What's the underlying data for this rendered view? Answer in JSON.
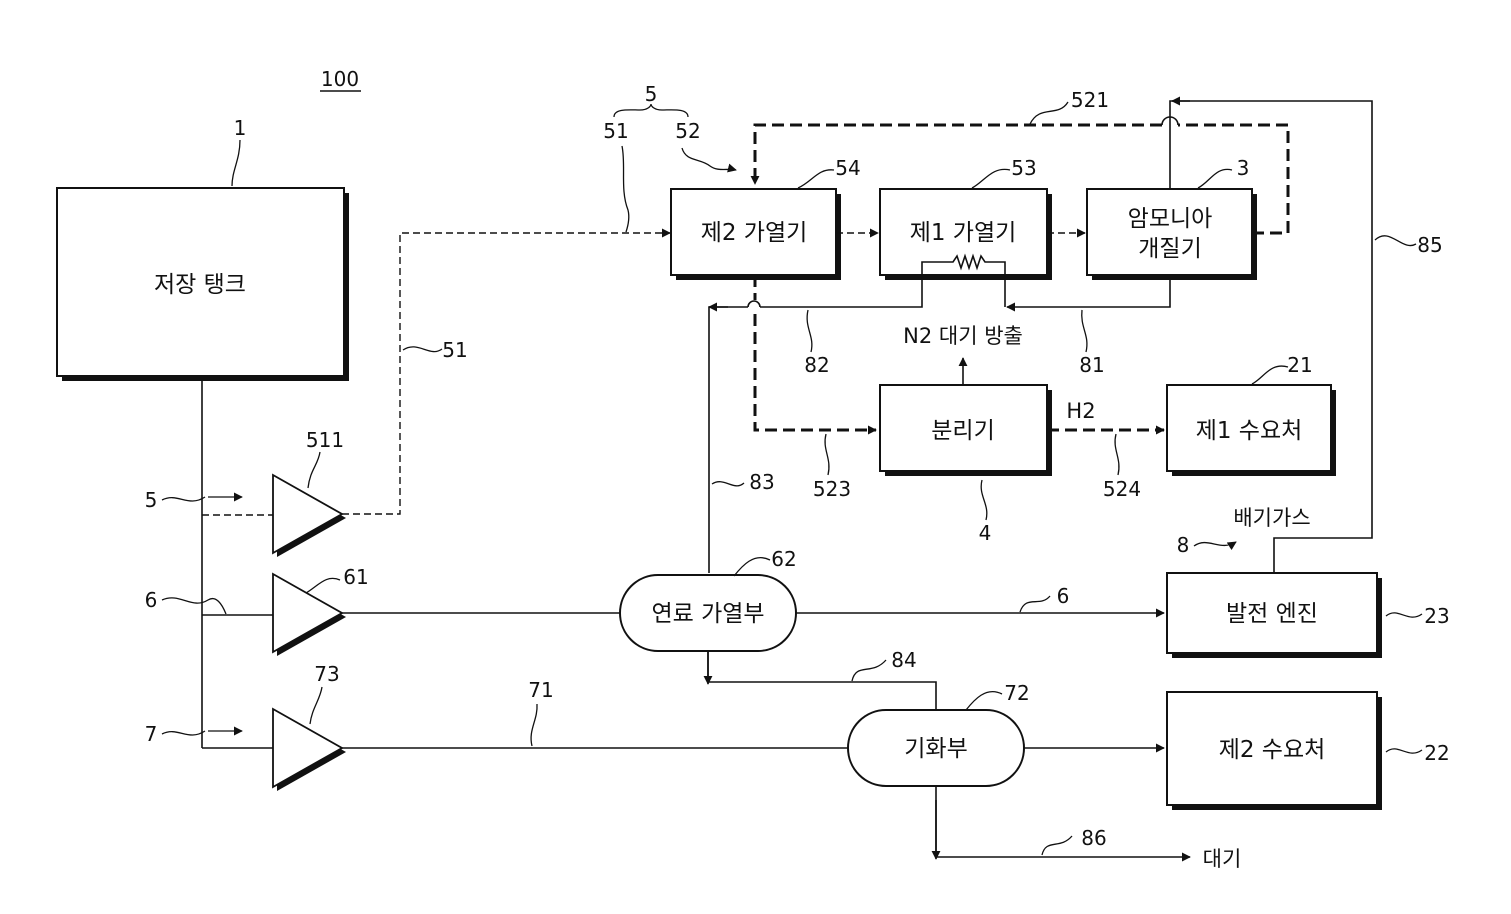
{
  "figure_label": "100",
  "components": {
    "storage_tank": {
      "label": "저장 탱크",
      "ref": "1"
    },
    "heater2": {
      "label": "제2 가열기",
      "ref": "54"
    },
    "heater1": {
      "label": "제1 가열기",
      "ref": "53"
    },
    "reformer": {
      "label_line1": "암모니아",
      "label_line2": "개질기",
      "ref": "3"
    },
    "separator": {
      "label": "분리기",
      "ref": "4"
    },
    "consumer1": {
      "label": "제1 수요처",
      "ref": "21"
    },
    "engine": {
      "label": "발전 엔진",
      "ref": "23"
    },
    "fuel_heater": {
      "label": "연료 가열부",
      "ref": "62"
    },
    "vaporizer": {
      "label": "기화부",
      "ref": "72"
    },
    "consumer2": {
      "label": "제2 수요처",
      "ref": "22"
    },
    "pump511": {
      "ref": "511"
    },
    "pump61": {
      "ref": "61"
    },
    "pump73": {
      "ref": "73"
    }
  },
  "annotations": {
    "n2_vent": "N2 대기 방출",
    "h2": "H2",
    "exhaust": "배기가스",
    "atmosphere": "대기"
  },
  "refs": {
    "line5_group": "5",
    "line51_top": "51",
    "line52_top": "52",
    "line521": "521",
    "line51_mid": "51",
    "line85": "85",
    "line82": "82",
    "line81": "81",
    "line523": "523",
    "line524": "524",
    "line83": "83",
    "line8": "8",
    "line6_right": "6",
    "line84": "84",
    "line71": "71",
    "line86": "86",
    "left5": "5",
    "left6": "6",
    "left7": "7"
  }
}
